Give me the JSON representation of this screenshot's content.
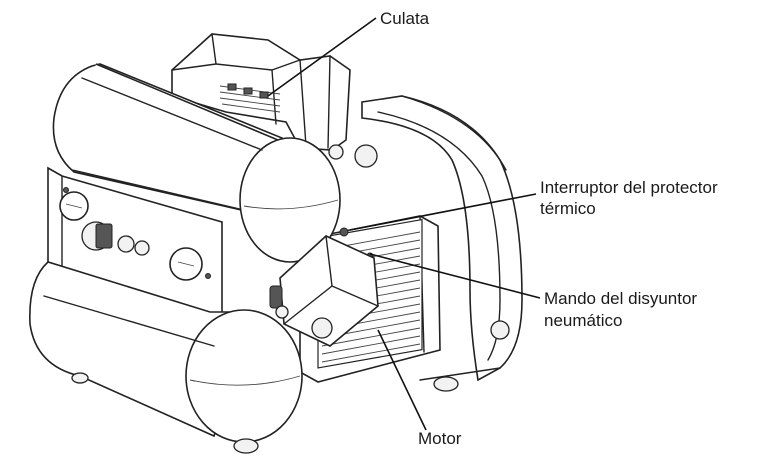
{
  "labels": {
    "culata": "Culata",
    "interruptor_line1": "Interruptor del protector",
    "interruptor_line2": "térmico",
    "mando_line1": "Mando del disyuntor",
    "mando_line2": "neumático",
    "motor": "Motor"
  }
}
